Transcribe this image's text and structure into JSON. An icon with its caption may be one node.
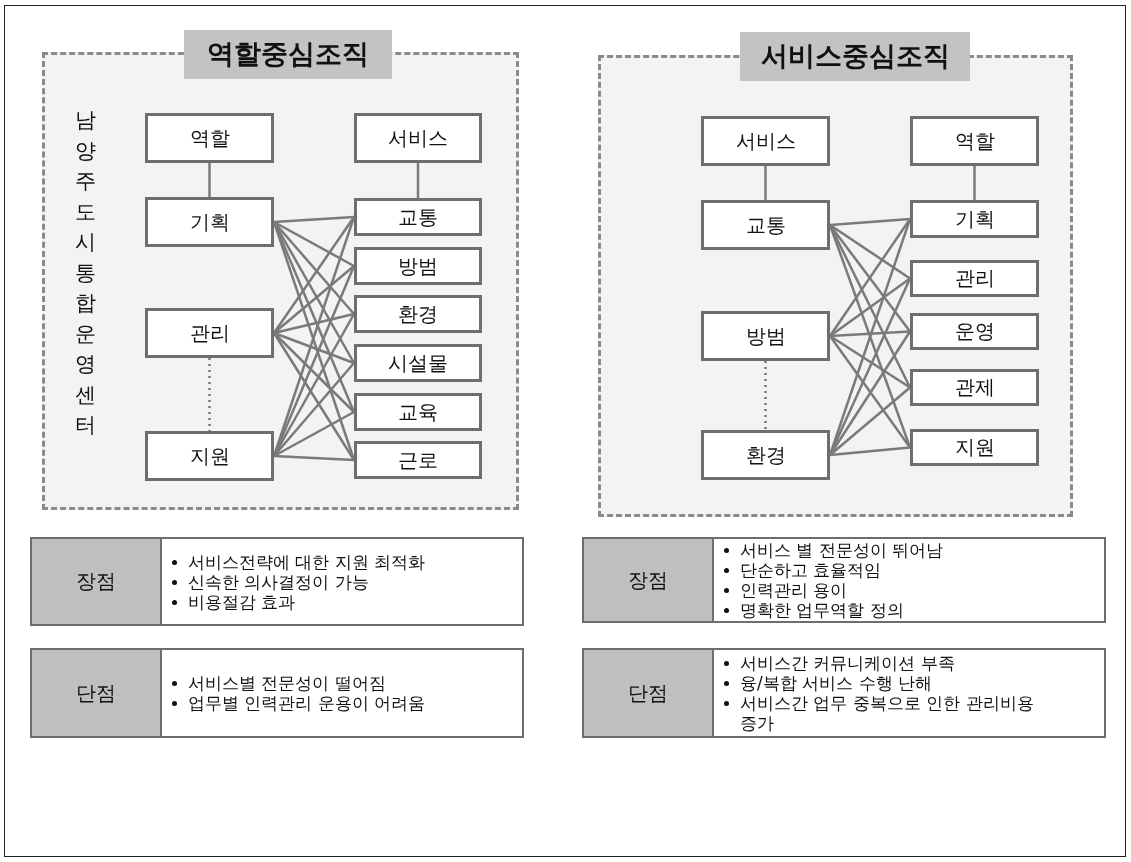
{
  "diagram": {
    "nodes": [
      {
        "text": [
          "역할중심조직",
          "남양주도시통합운영센터"
        ]
      },
      {
        "text": [
          "역할"
        ],
        "in": 0
      },
      {
        "text": [
          "기획"
        ],
        "in": 0
      },
      {
        "text": [
          "관리"
        ],
        "in": 0
      },
      {
        "text": [
          "지원"
        ],
        "in": 0
      },
      {
        "text": [
          "서비스"
        ],
        "in": 0
      },
      {
        "text": [
          "교통"
        ],
        "in": 0
      },
      {
        "text": [
          "방범"
        ],
        "in": 0
      },
      {
        "text": [
          "환경"
        ],
        "in": 0
      },
      {
        "text": [
          "시설물"
        ],
        "in": 0
      },
      {
        "text": [
          "교육"
        ],
        "in": 0
      },
      {
        "text": [
          "근로"
        ],
        "in": 0
      },
      {
        "text": [
          "서비스중심조직"
        ]
      },
      {
        "text": [
          "서비스"
        ],
        "in": 12
      },
      {
        "text": [
          "교통"
        ],
        "in": 12
      },
      {
        "text": [
          "방범"
        ],
        "in": 12
      },
      {
        "text": [
          "환경"
        ],
        "in": 12
      },
      {
        "text": [
          "역할"
        ],
        "in": 12
      },
      {
        "text": [
          "기획"
        ],
        "in": 12
      },
      {
        "text": [
          "관리"
        ],
        "in": 12
      },
      {
        "text": [
          "운영"
        ],
        "in": 12
      },
      {
        "text": [
          "관제"
        ],
        "in": 12
      },
      {
        "text": [
          "지원"
        ],
        "in": 12
      },
      {
        "text": [
          "장점",
          "서비스전략에 대한 지원 최적화",
          "신속한 의사결정이 가능",
          "비용절감 효과"
        ]
      },
      {
        "text": [
          "단점",
          "서비스별 전문성이 떨어짐",
          "업무별 인력관리 운용이 어려움"
        ]
      },
      {
        "text": [
          "장점",
          "서비스 별 전문성이 뛰어남",
          "단순하고 효율적임",
          "인력관리 용이",
          "명확한 업무역할 정의"
        ]
      },
      {
        "text": [
          "단점",
          "서비스간 커뮤니케이션 부족",
          "융/복합 서비스 수행 난해",
          "서비스간 업무 중복으로 인한 관리비용 증가"
        ]
      }
    ],
    "edges": [
      {
        "from": 1,
        "to": 2,
        "arrow": "none"
      },
      {
        "from": 3,
        "to": 4,
        "arrow": "none",
        "style": "dashed"
      },
      {
        "from": 5,
        "to": 6,
        "arrow": "none"
      },
      {
        "from": 2,
        "to": 6,
        "arrow": "none"
      },
      {
        "from": 2,
        "to": 7,
        "arrow": "none"
      },
      {
        "from": 2,
        "to": 8,
        "arrow": "none"
      },
      {
        "from": 2,
        "to": 9,
        "arrow": "none"
      },
      {
        "from": 2,
        "to": 10,
        "arrow": "none"
      },
      {
        "from": 2,
        "to": 11,
        "arrow": "none"
      },
      {
        "from": 3,
        "to": 6,
        "arrow": "none"
      },
      {
        "from": 3,
        "to": 7,
        "arrow": "none"
      },
      {
        "from": 3,
        "to": 8,
        "arrow": "none"
      },
      {
        "from": 3,
        "to": 9,
        "arrow": "none"
      },
      {
        "from": 3,
        "to": 10,
        "arrow": "none"
      },
      {
        "from": 3,
        "to": 11,
        "arrow": "none"
      },
      {
        "from": 4,
        "to": 6,
        "arrow": "none"
      },
      {
        "from": 4,
        "to": 7,
        "arrow": "none"
      },
      {
        "from": 4,
        "to": 8,
        "arrow": "none"
      },
      {
        "from": 4,
        "to": 9,
        "arrow": "none"
      },
      {
        "from": 4,
        "to": 10,
        "arrow": "none"
      },
      {
        "from": 4,
        "to": 11,
        "arrow": "none"
      },
      {
        "from": 13,
        "to": 14,
        "arrow": "none"
      },
      {
        "from": 15,
        "to": 16,
        "arrow": "none",
        "style": "dashed"
      },
      {
        "from": 17,
        "to": 18,
        "arrow": "none"
      },
      {
        "from": 14,
        "to": 18,
        "arrow": "none"
      },
      {
        "from": 14,
        "to": 19,
        "arrow": "none"
      },
      {
        "from": 14,
        "to": 20,
        "arrow": "none"
      },
      {
        "from": 14,
        "to": 21,
        "arrow": "none"
      },
      {
        "from": 14,
        "to": 22,
        "arrow": "none"
      },
      {
        "from": 15,
        "to": 18,
        "arrow": "none"
      },
      {
        "from": 15,
        "to": 19,
        "arrow": "none"
      },
      {
        "from": 15,
        "to": 20,
        "arrow": "none"
      },
      {
        "from": 15,
        "to": 21,
        "arrow": "none"
      },
      {
        "from": 15,
        "to": 22,
        "arrow": "none"
      },
      {
        "from": 16,
        "to": 18,
        "arrow": "none"
      },
      {
        "from": 16,
        "to": 19,
        "arrow": "none"
      },
      {
        "from": 16,
        "to": 20,
        "arrow": "none"
      },
      {
        "from": 16,
        "to": 21,
        "arrow": "none"
      },
      {
        "from": 16,
        "to": 22,
        "arrow": "none"
      }
    ]
  }
}
